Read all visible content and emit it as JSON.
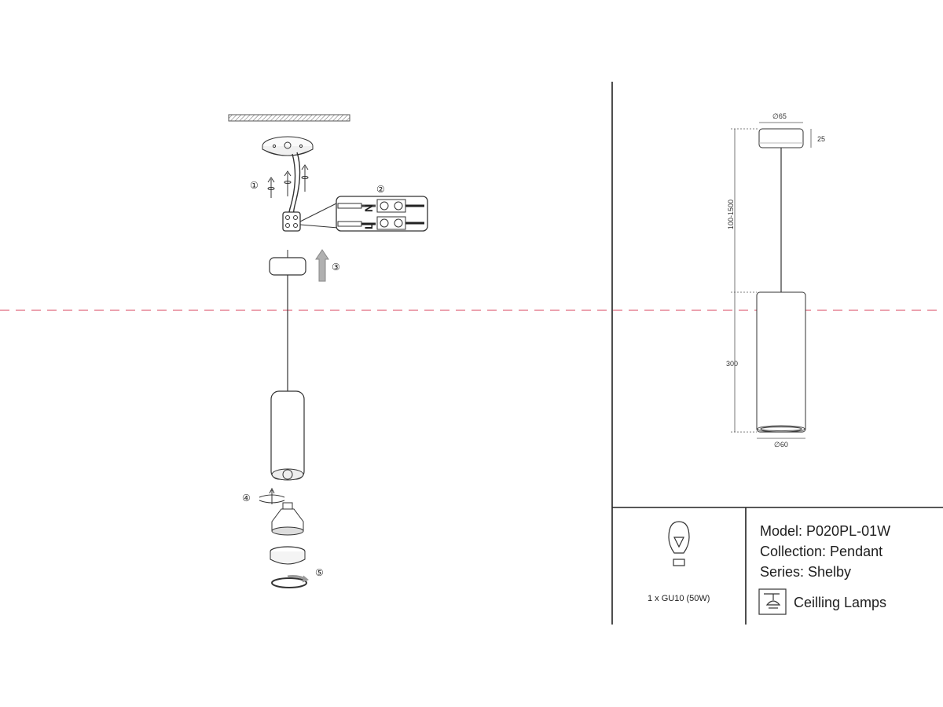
{
  "installation": {
    "steps": [
      "①",
      "②",
      "③",
      "④",
      "⑤"
    ],
    "terminal_labels": [
      "N",
      "L"
    ]
  },
  "dimensions": {
    "canopy_diameter": "∅65",
    "canopy_height": "25",
    "cable_length": "100-1500",
    "body_height": "300",
    "body_diameter": "∅60"
  },
  "bulb": {
    "caption": "1 x GU10 (50W)"
  },
  "product": {
    "model": "Model: P020PL-01W",
    "collection": "Collection: Pendant",
    "series": "Series: Shelby",
    "category": "Ceilling Lamps"
  },
  "icons": [
    "bulb-icon",
    "ceiling-lamp-icon",
    "arrow-up-icon",
    "rotate-icon"
  ],
  "colors": {
    "line": "#222222",
    "dashed_guide": "#d9465f",
    "ceiling_hatch": "#888888"
  }
}
